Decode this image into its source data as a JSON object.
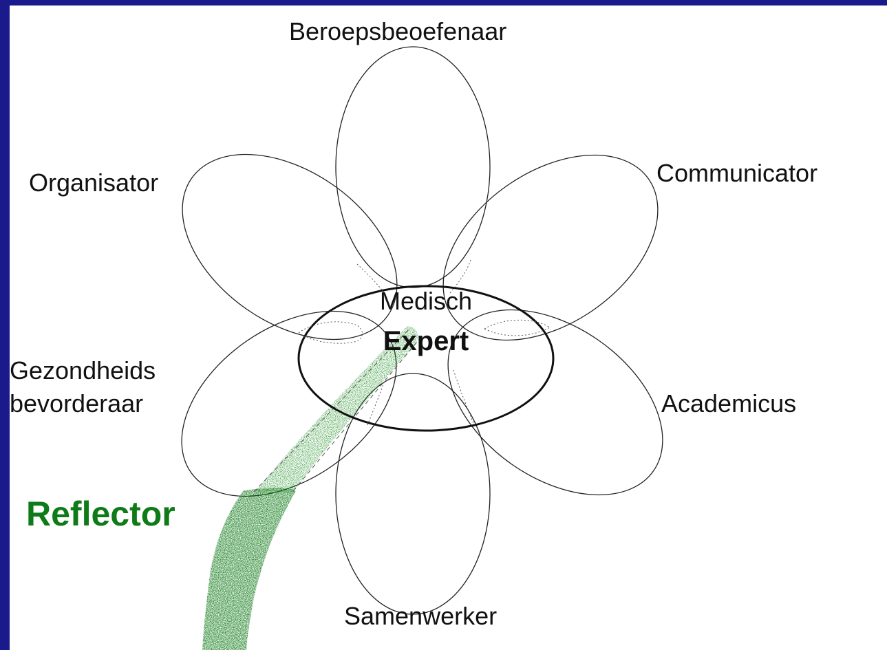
{
  "petals": {
    "top": "Beroepsbeoefenaar",
    "upper_right": "Communicator",
    "lower_right": "Academicus",
    "bottom": "Samenwerker",
    "lower_left_line1": "Gezondheids",
    "lower_left_line2": "bevorderaar",
    "upper_left": "Organisator"
  },
  "center": {
    "line1": "Medisch",
    "line2": "Expert"
  },
  "stem": {
    "label": "Reflector"
  },
  "colors": {
    "frame": "#1a1a8c",
    "background": "#ffffff",
    "stem": "#0f7a18",
    "outline": "#222222"
  }
}
